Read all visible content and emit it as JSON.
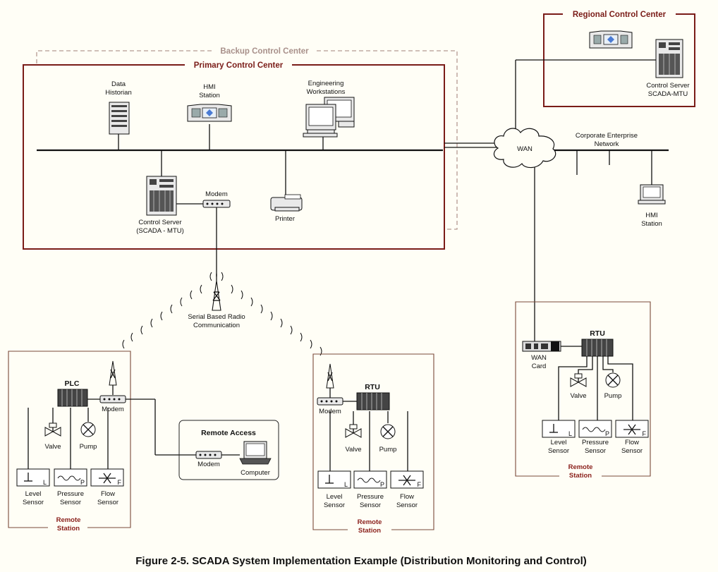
{
  "labels": {
    "backup_center": "Backup Control Center",
    "primary_center": "Primary Control Center",
    "regional_center": "Regional Control Center",
    "data_historian_1": "Data",
    "data_historian_2": "Historian",
    "hmi_station_1": "HMI",
    "hmi_station_2": "Station",
    "eng_ws_1": "Engineering",
    "eng_ws_2": "Workstations",
    "ctrl_server_1": "Control Server",
    "ctrl_server_2": "(SCADA - MTU)",
    "modem": "Modem",
    "printer": "Printer",
    "wan": "WAN",
    "corp_net_1": "Corporate Enterprise",
    "corp_net_2": "Network",
    "remote_hmi_1": "HMI",
    "remote_hmi_2": "Station",
    "regional_server_1": "Control Server",
    "regional_server_2": "SCADA-MTU",
    "radio_1": "Serial Based Radio",
    "radio_2": "Communication",
    "plc": "PLC",
    "rtu": "RTU",
    "remote_access": "Remote Access",
    "computer": "Computer",
    "wan_card_1": "WAN",
    "wan_card_2": "Card",
    "valve": "Valve",
    "pump": "Pump",
    "level_1": "Level",
    "level_2": "Sensor",
    "pressure_1": "Pressure",
    "pressure_2": "Sensor",
    "flow_1": "Flow",
    "flow_2": "Sensor",
    "remote_1": "Remote",
    "remote_2": "Station",
    "caption": "Figure 2-5. SCADA System Implementation Example (Distribution Monitoring and Control)"
  },
  "colors": {
    "box_border": "#7a1c18",
    "backup_border": "#b59a92",
    "station_border": "#7a4a3a",
    "background": "#fffef6"
  }
}
